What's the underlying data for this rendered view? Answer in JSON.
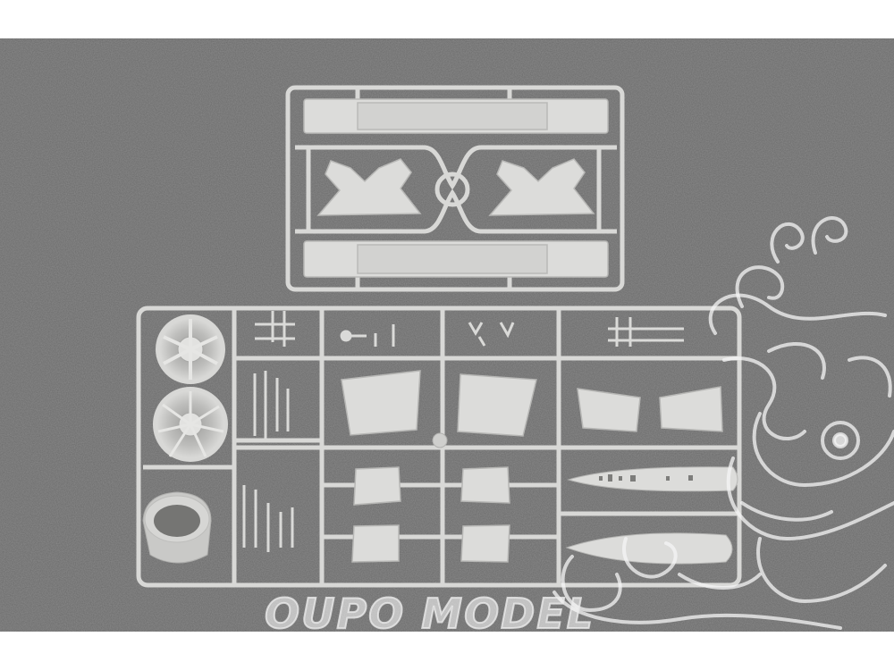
{
  "watermark": {
    "text": "OUPO MODEL",
    "emblem": "dragon-head-emblem"
  },
  "colors": {
    "background": "#ffffff",
    "surface": "#6b6b6b",
    "plastic": "#d9d9d7",
    "watermark": "#f0f0f0"
  },
  "subject": {
    "sprues": [
      "upper-sprue-frame",
      "lower-sprue-frame"
    ]
  }
}
